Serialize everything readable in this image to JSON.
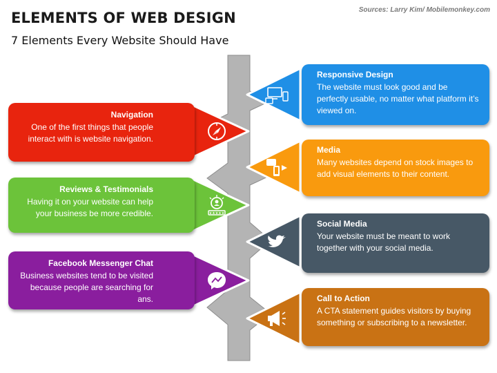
{
  "header": {
    "title": "ELEMENTS OF WEB DESIGN",
    "subtitle": "7 Elements Every Website Should Have",
    "source": "Sources: Larry Kim/ Mobilemonkey.com"
  },
  "colors": {
    "spine": "#b4b4b4",
    "spine_border": "#8c8c8c",
    "navigation": "#e8240e",
    "reviews": "#6cc33a",
    "messenger": "#8a1e9e",
    "responsive": "#1f8fe6",
    "media": "#f99a0e",
    "social": "#475866",
    "cta": "#c97214"
  },
  "elements": [
    {
      "key": "responsive",
      "side": "right",
      "title": "Responsive Design",
      "text": "The website must look good and be perfectly usable, no matter what platform it’s viewed on.",
      "icon": "devices-icon"
    },
    {
      "key": "navigation",
      "side": "left",
      "title": "Navigation",
      "text": "One of the first things that people interact with is website navigation.",
      "icon": "compass-icon"
    },
    {
      "key": "media",
      "side": "right",
      "title": "Media",
      "text": "Many websites depend on stock images to add visual elements to their content.",
      "icon": "media-icon"
    },
    {
      "key": "reviews",
      "side": "left",
      "title": "Reviews & Testimonials",
      "text": "Having it on your website can help your business be more credible.",
      "icon": "review-icon"
    },
    {
      "key": "social",
      "side": "right",
      "title": "Social Media",
      "text": "Your website must be meant to work together with your social media.",
      "icon": "twitter-icon"
    },
    {
      "key": "messenger",
      "side": "left",
      "title": "Facebook Messenger Chat",
      "text": "Business websites tend to be visited because people are searching for ans.",
      "icon": "messenger-icon"
    },
    {
      "key": "cta",
      "side": "right",
      "title": "Call to Action",
      "text": "A CTA statement guides visitors by buying something or subscribing to a newsletter.",
      "icon": "megaphone-icon"
    }
  ]
}
